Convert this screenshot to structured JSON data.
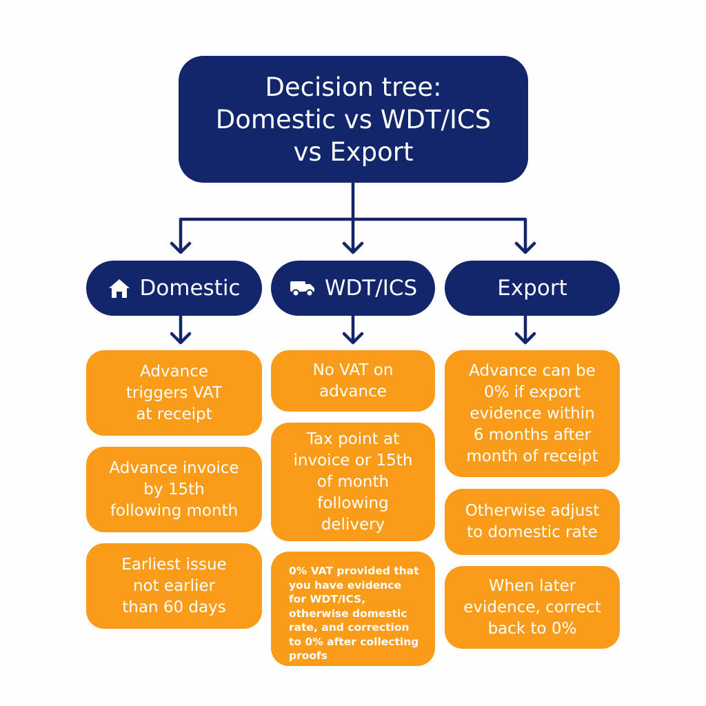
{
  "title": {
    "lines": [
      "Decision tree:",
      "Domestic vs WDT/ICS",
      "vs Export"
    ]
  },
  "columns": [
    {
      "label": "Domestic",
      "icon": "house-icon",
      "boxes": [
        [
          "Advance",
          "triggers VAT",
          "at receipt"
        ],
        [
          "Advance invoice",
          "by 15th",
          "following month"
        ],
        [
          "Earliest issue",
          "not earlier",
          "than 60 days"
        ]
      ]
    },
    {
      "label": "WDT/ICS",
      "icon": "delivery-truck-icon",
      "boxes": [
        [
          "No VAT on",
          "advance"
        ],
        [
          "Tax point at",
          "invoice or 15th",
          "of month",
          "following",
          "delivery"
        ],
        [
          "0% VAT provided that",
          "you have evidence",
          "for WDT/ICS,",
          "otherwise domestic",
          "rate, and correction",
          "to 0% after collecting",
          "proofs"
        ]
      ]
    },
    {
      "label": "Export",
      "icon": "",
      "boxes": [
        [
          "Advance can be",
          "0% if export",
          "evidence within",
          "6 months after",
          "month of receipt"
        ],
        [
          "Otherwise adjust",
          "to domestic rate"
        ],
        [
          "When later",
          "evidence, correct",
          "back to 0%"
        ]
      ]
    }
  ],
  "colors": {
    "navy": "#13256b",
    "orange": "#f99c1a",
    "background": "#fefefe"
  }
}
